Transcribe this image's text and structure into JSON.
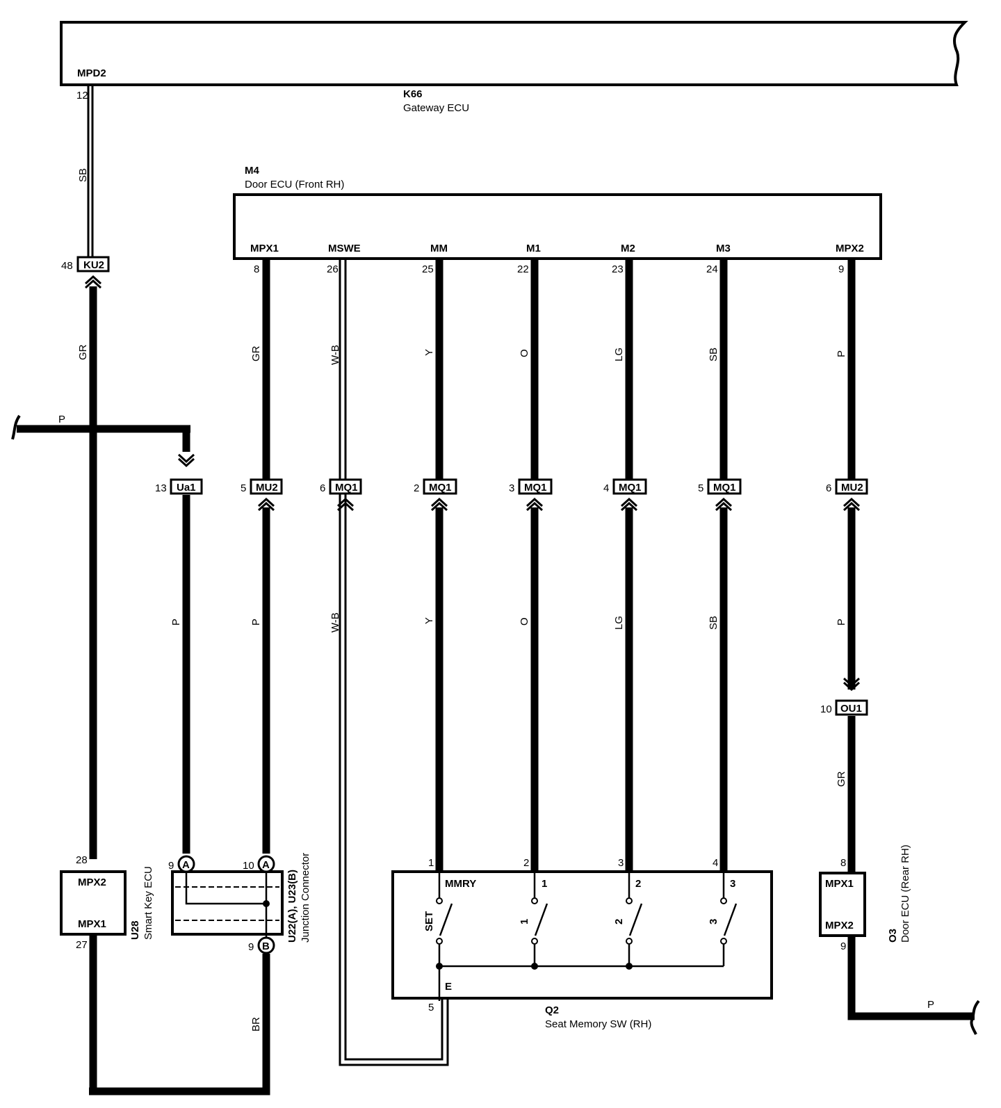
{
  "components": {
    "gateway": {
      "id": "K66",
      "name": "Gateway ECU",
      "pin_label": "MPD2",
      "pin": "12"
    },
    "door_fr": {
      "id": "M4",
      "name": "Door ECU (Front RH)",
      "terminals": [
        {
          "label": "MPX1",
          "pin": "8"
        },
        {
          "label": "MSWE",
          "pin": "26"
        },
        {
          "label": "MM",
          "pin": "25"
        },
        {
          "label": "M1",
          "pin": "22"
        },
        {
          "label": "M2",
          "pin": "23"
        },
        {
          "label": "M3",
          "pin": "24"
        },
        {
          "label": "MPX2",
          "pin": "9"
        }
      ]
    },
    "smart_key": {
      "id": "U28",
      "name": "Smart Key ECU",
      "term_top": "MPX2",
      "term_bottom": "MPX1",
      "pin_top": "28",
      "pin_bottom": "27"
    },
    "junction": {
      "id": "U22(A), U23(B)",
      "name": "Junction Connector",
      "pin_a1": "9",
      "pin_a2": "10",
      "pin_b": "9",
      "tag_a": "A",
      "tag_b": "B"
    },
    "seat_sw": {
      "id": "Q2",
      "name": "Seat Memory SW (RH)",
      "pins": [
        "1",
        "2",
        "3",
        "4"
      ],
      "terms": [
        "MMRY",
        "1",
        "2",
        "3"
      ],
      "switch_labels": [
        "SET",
        "1",
        "2",
        "3"
      ],
      "ground_label": "E",
      "ground_pin": "5"
    },
    "door_rr": {
      "id": "O3",
      "name": "Door ECU (Rear RH)",
      "term_top": "MPX1",
      "term_bottom": "MPX2",
      "pin_top": "8",
      "pin_bottom": "9"
    }
  },
  "connectors": [
    {
      "name": "KU2",
      "pin": "48"
    },
    {
      "name": "Ua1",
      "pin": "13"
    },
    {
      "name": "MU2",
      "pin": "5"
    },
    {
      "name": "MQ1",
      "pin": "6"
    },
    {
      "name": "MQ1",
      "pin": "2"
    },
    {
      "name": "MQ1",
      "pin": "3"
    },
    {
      "name": "MQ1",
      "pin": "4"
    },
    {
      "name": "MQ1",
      "pin": "5"
    },
    {
      "name": "MU2",
      "pin": "6"
    },
    {
      "name": "OU1",
      "pin": "10"
    }
  ],
  "wire_colors": {
    "gw_upper": "SB",
    "gw_lower": "GR",
    "bus_p": "P",
    "ua1_lower": "P",
    "mpx1_upper": "GR",
    "mpx1_lower": "P",
    "mswe_upper": "W-B",
    "mswe_lower": "W-B",
    "mm_upper": "Y",
    "mm_lower": "Y",
    "m1_upper": "O",
    "m1_lower": "O",
    "m2_upper": "LG",
    "m2_lower": "LG",
    "m3_upper": "SB",
    "m3_lower": "SB",
    "mpx2_upper": "P",
    "mpx2_lower": "P",
    "ou1_lower": "GR",
    "junction_bottom": "BR",
    "rear_out": "P"
  }
}
